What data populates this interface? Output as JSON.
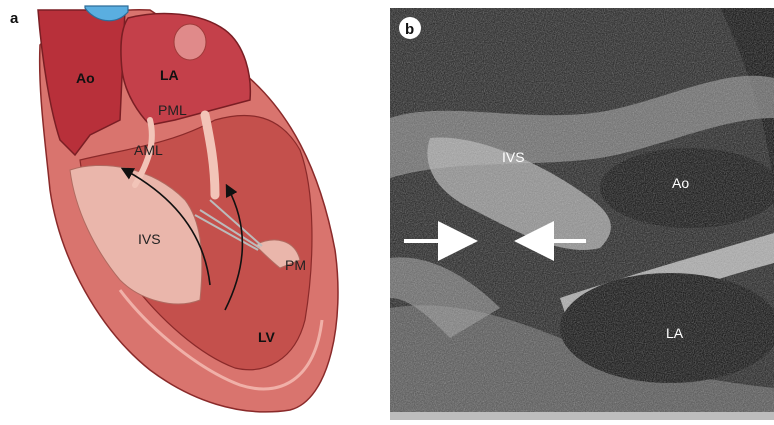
{
  "panel_a": {
    "letter": "a",
    "labels": {
      "ao": "Ao",
      "la": "LA",
      "pml": "PML",
      "aml": "AML",
      "ivs": "IVS",
      "pm": "PM",
      "lv": "LV"
    }
  },
  "panel_b": {
    "letter": "b",
    "labels": {
      "ivs": "IVS",
      "ao": "Ao",
      "la": "LA"
    }
  },
  "colors": {
    "myocardium": "#d9746e",
    "chamber": "#c4504c",
    "septum_light": "#eab6ab",
    "aorta": "#b8303a",
    "outline": "#8a2a2a",
    "vessel_blue": "#5aaee0"
  }
}
